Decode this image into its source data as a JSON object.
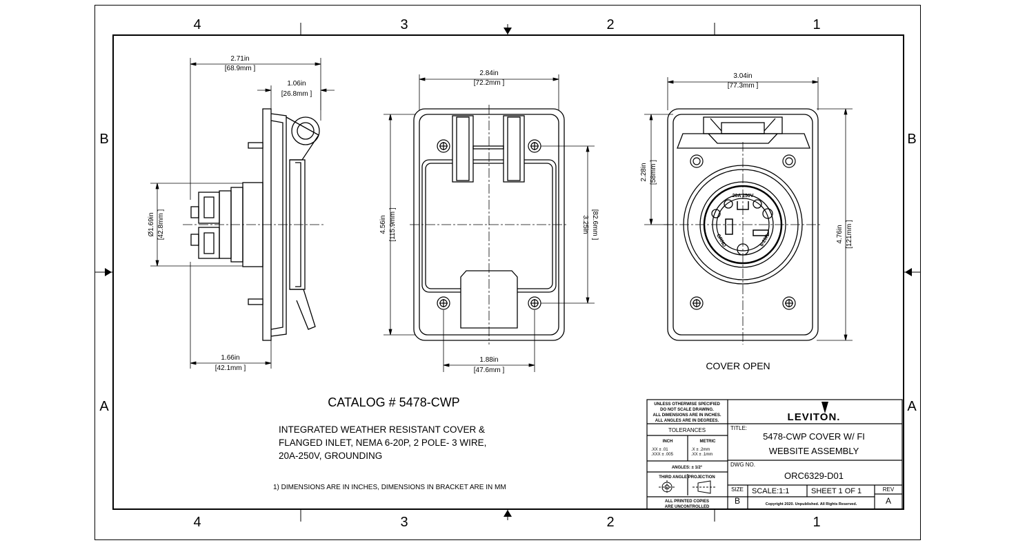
{
  "zones": {
    "top": [
      "4",
      "3",
      "2",
      "1"
    ],
    "bottom": [
      "4",
      "3",
      "2",
      "1"
    ],
    "left": [
      "B",
      "A"
    ],
    "right": [
      "B",
      "A"
    ]
  },
  "dimensions": {
    "side_width": [
      "2.71in",
      "[68.9mm ]"
    ],
    "side_depth": [
      "1.06in",
      "[26.8mm ]"
    ],
    "side_diameter": [
      "Ø1.69in",
      "[42.8mm ]"
    ],
    "side_base": [
      "1.66in",
      "[42.1mm ]"
    ],
    "front_width": [
      "2.84in",
      "[72.2mm ]"
    ],
    "front_height": [
      "4.56in",
      "[115.9mm ]"
    ],
    "front_screw_v": [
      "3.25in",
      "[82.6mm ]"
    ],
    "front_screw_h": [
      "1.88in",
      "[47.6mm ]"
    ],
    "open_width": [
      "3.04in",
      "[77.3mm ]"
    ],
    "open_center": [
      "2.28in",
      "[58mm ]"
    ],
    "open_height": [
      "4.76in",
      "[121mm ]"
    ]
  },
  "labels": {
    "cover_open": "COVER OPEN",
    "catalog": "CATALOG # 5478-CWP",
    "description": [
      "INTEGRATED WEATHER RESISTANT COVER &",
      "FLANGED INLET, NEMA 6-20P, 2 POLE- 3 WIRE,",
      "20A-250V, GROUNDING"
    ],
    "note": "1) DIMENSIONS ARE IN INCHES, DIMENSIONS IN BRACKET ARE IN MM"
  },
  "title_block": {
    "general_note": [
      "UNLESS OTHERWISE SPECIFIED",
      "DO NOT SCALE DRAWING.",
      "ALL DIMENSIONS ARE IN INCHES.",
      "ALL ANGLES ARE IN DEGREES."
    ],
    "company": "LEVITON.",
    "tolerances_label": "TOLERANCES",
    "inch_label": "INCH",
    "metric_label": "METRIC",
    "inch_tol": [
      ".XX   ±  .01",
      ".XXX  ±  .005"
    ],
    "metric_tol": [
      ".X    ±  .2mm",
      ".XX   ±  .1mm"
    ],
    "angles": "ANGLES: ± 1/2°",
    "projection": "THIRD ANGLE PROJECTION",
    "printed_copies": [
      "ALL PRINTED COPIES",
      "ARE UNCONTROLLED"
    ],
    "title_label": "TITLE:",
    "title_lines": [
      "5478-CWP COVER W/ FI",
      "WEBSITE ASSEMBLY"
    ],
    "dwg_label": "DWG NO.",
    "dwg_no": "ORC6329-D01",
    "size_label": "SIZE",
    "size_value": "B",
    "scale": "SCALE:1:1",
    "sheet": "SHEET 1 OF 1",
    "rev_label": "REV",
    "rev_value": "A",
    "copyright": "Copyright 2020. Unpublished. All Rights Reserved."
  },
  "receptacle_text": {
    "top": "20A 250V",
    "left": "GRND",
    "right": "6-20P"
  }
}
